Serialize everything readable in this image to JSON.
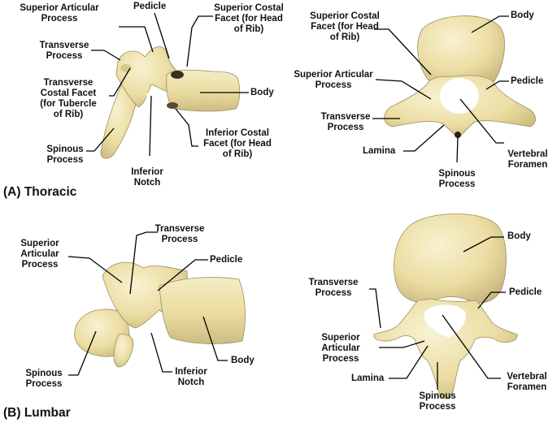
{
  "colors": {
    "bone": "#ecdfa6",
    "bone_light": "#f6efc9",
    "bone_shadow": "#a9996a",
    "bone_dark": "#2c2416",
    "line": "#000000",
    "text": "#111111"
  },
  "thoracic": {
    "caption": "(A) Thoracic",
    "lateral": {
      "superior_articular_process": "Superior Articular\nProcess",
      "pedicle": "Pedicle",
      "superior_costal_facet": "Superior Costal\nFacet (for Head\nof Rib)",
      "transverse_process": "Transverse\nProcess",
      "transverse_costal_facet": "Transverse\nCostal Facet\n(for Tubercle\nof Rib)",
      "body": "Body",
      "inferior_costal_facet": "Inferior Costal\nFacet (for Head\nof Rib)",
      "spinous_process": "Spinous\nProcess",
      "inferior_notch": "Inferior\nNotch"
    },
    "superior": {
      "superior_costal_facet": "Superior Costal\nFacet (for Head\nof Rib)",
      "body": "Body",
      "superior_articular_process": "Superior Articular\nProcess",
      "pedicle": "Pedicle",
      "transverse_process": "Transverse\nProcess",
      "lamina": "Lamina",
      "vertebral_foramen": "Vertebral\nForamen",
      "spinous_process": "Spinous\nProcess"
    }
  },
  "lumbar": {
    "caption": "(B) Lumbar",
    "lateral": {
      "transverse_process": "Transverse\nProcess",
      "superior_articular_process": "Superior\nArticular\nProcess",
      "pedicle": "Pedicle",
      "body": "Body",
      "spinous_process": "Spinous\nProcess",
      "inferior_notch": "Inferior\nNotch"
    },
    "superior": {
      "body": "Body",
      "transverse_process": "Transverse\nProcess",
      "pedicle": "Pedicle",
      "superior_articular_process": "Superior\nArticular\nProcess",
      "lamina": "Lamina",
      "vertebral_foramen": "Vertebral\nForamen",
      "spinous_process": "Spinous\nProcess"
    }
  }
}
